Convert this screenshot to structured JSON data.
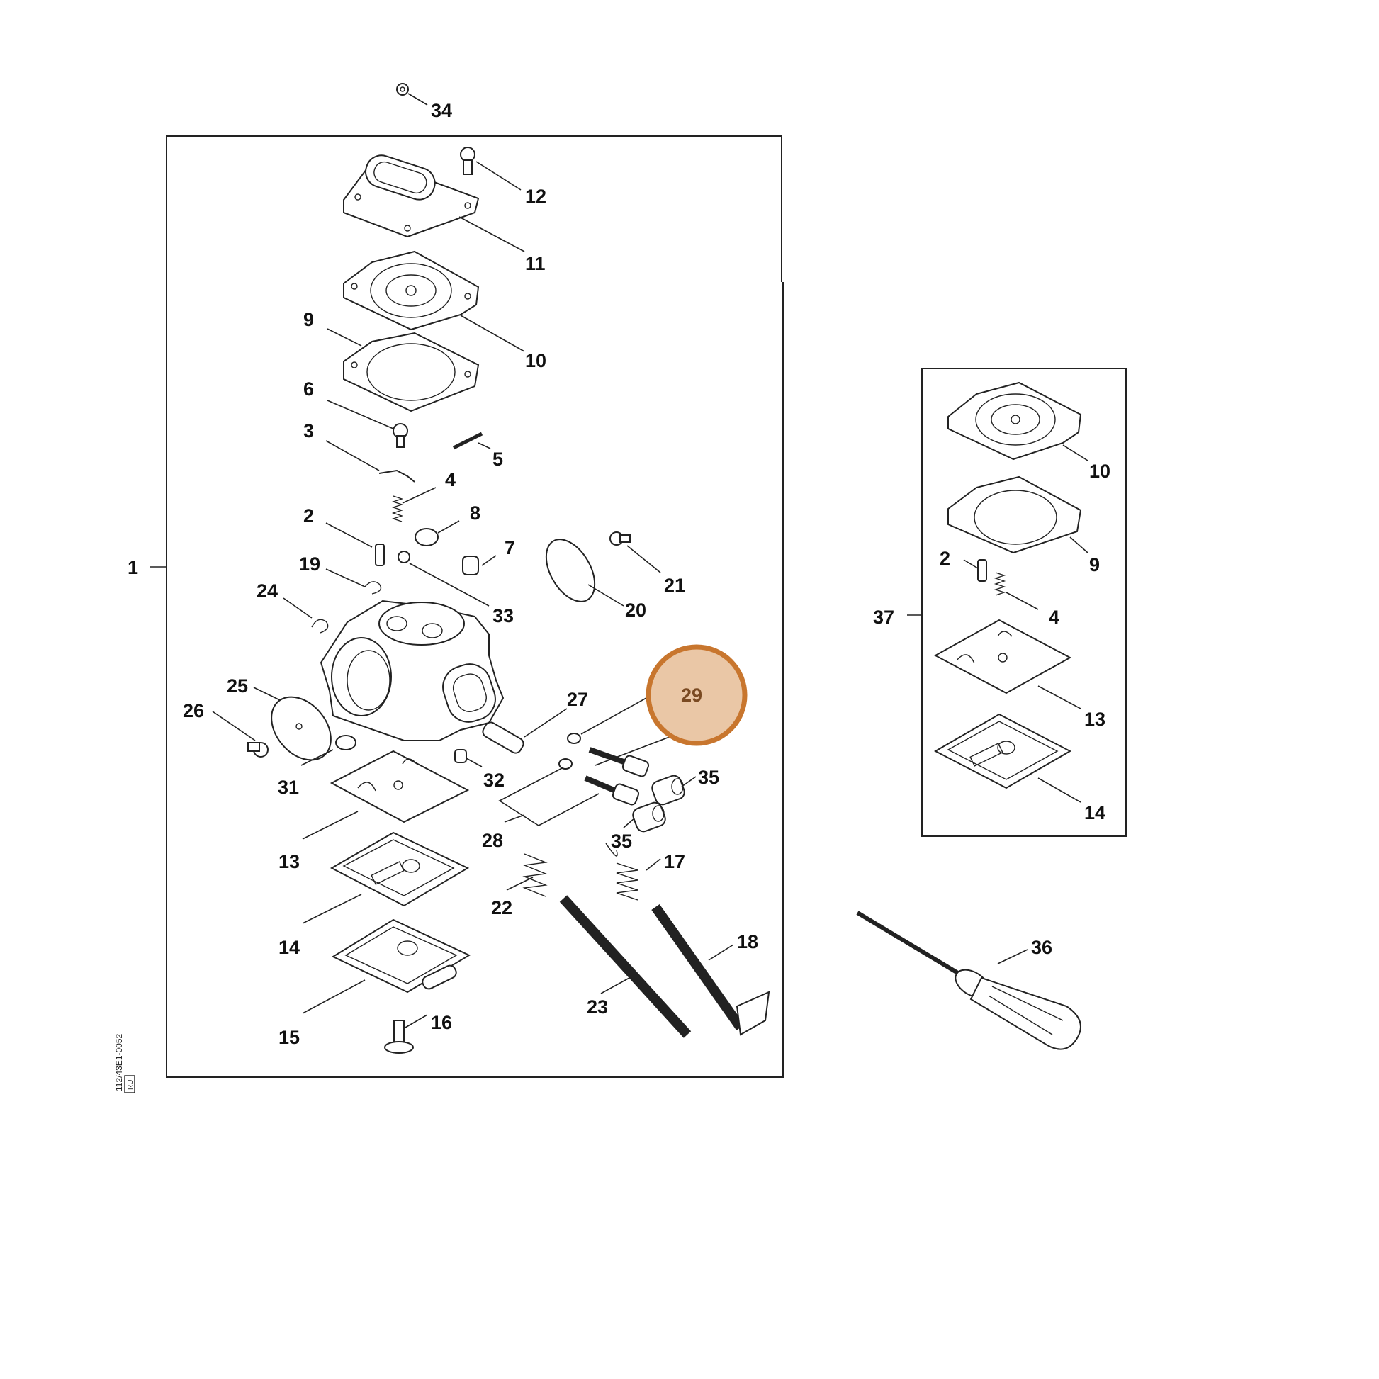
{
  "drawing_code": "112/43E1-0052",
  "drawing_code_small": "RU",
  "highlight": {
    "label": "29",
    "fill": "#EAC7A6",
    "stroke": "#C8762E"
  },
  "callouts": {
    "c1": "1",
    "c2": "2",
    "c3": "3",
    "c4": "4",
    "c5": "5",
    "c6": "6",
    "c7": "7",
    "c8": "8",
    "c9": "9",
    "c10": "10",
    "c11": "11",
    "c12": "12",
    "c13": "13",
    "c14": "14",
    "c15": "15",
    "c16": "16",
    "c17": "17",
    "c18": "18",
    "c19": "19",
    "c20": "20",
    "c21": "21",
    "c22": "22",
    "c23": "23",
    "c24": "24",
    "c25": "25",
    "c26": "26",
    "c27": "27",
    "c28": "28",
    "c31": "31",
    "c32": "32",
    "c33": "33",
    "c34": "34",
    "c35a": "35",
    "c35b": "35",
    "c36": "36",
    "c37": "37",
    "k10": "10",
    "k9": "9",
    "k2": "2",
    "k4": "4",
    "k13": "13",
    "k14": "14"
  }
}
